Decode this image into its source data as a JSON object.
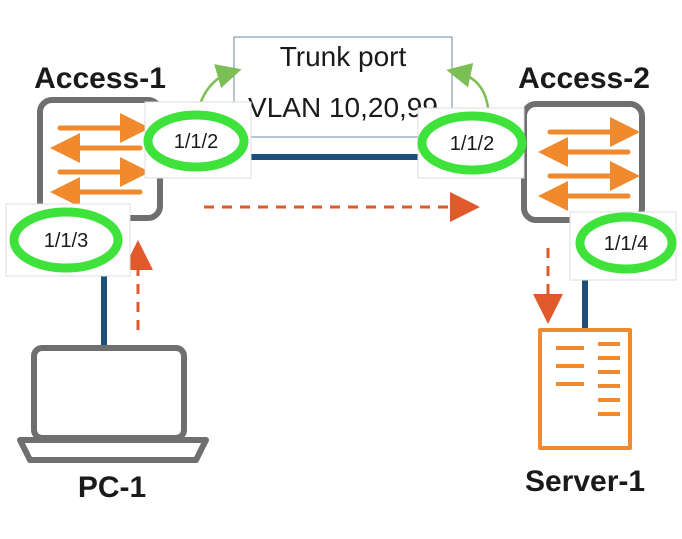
{
  "trunk_note": {
    "line1": "Trunk port",
    "line2": "VLAN 10,20,99"
  },
  "devices": {
    "access1": {
      "label": "Access-1",
      "type": "switch"
    },
    "access2": {
      "label": "Access-2",
      "type": "switch"
    },
    "pc1": {
      "label": "PC-1",
      "type": "laptop"
    },
    "server1": {
      "label": "Server-1",
      "type": "server"
    }
  },
  "ports": {
    "access1_uplink": "1/1/2",
    "access1_downlink": "1/1/3",
    "access2_uplink": "1/1/2",
    "access2_downlink": "1/1/4"
  },
  "colors": {
    "link": "#1d4f7a",
    "device_outline": "#6f6f6f",
    "arrow": "#f08a2c",
    "highlight": "#3ee23a",
    "traffic": "#e0592a",
    "callout": "#7cbf55"
  },
  "icons": [
    "switch-arrows-icon",
    "laptop-icon",
    "server-icon"
  ]
}
